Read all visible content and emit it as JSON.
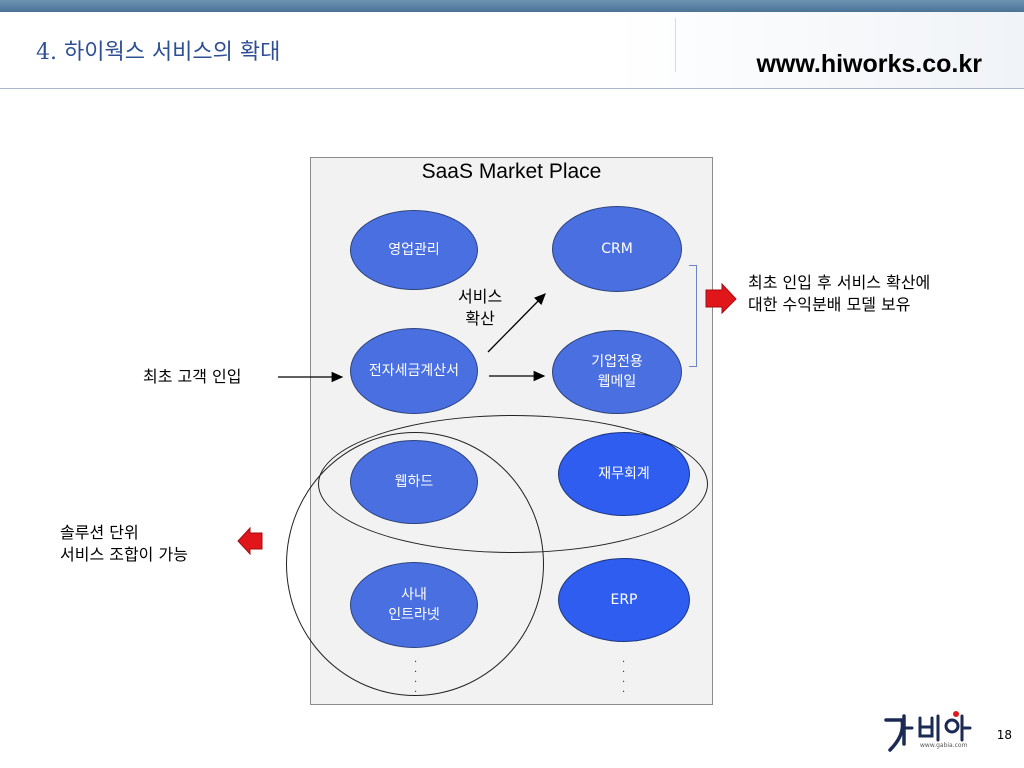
{
  "header": {
    "title": "4. 하이웍스 서비스의 확대",
    "url": "www.hiworks.co.kr"
  },
  "market": {
    "title": "SaaS Market Place",
    "nodes": {
      "sales": "영업관리",
      "crm": "CRM",
      "tax_invoice": "전자세금계산서",
      "webmail": "기업전용\n웹메일",
      "webhard": "웹하드",
      "accounting": "재무회계",
      "intranet": "사내\n인트라넷",
      "erp": "ERP"
    },
    "expand_label": "서비스\n확산"
  },
  "labels": {
    "first_customer": "최초 고객 인입",
    "revenue_model": "최초 인입 후 서비스 확산에\n대한 수익분배 모델 보유",
    "solution_combo": "솔루션 단위\n서비스 조합이 가능"
  },
  "footer": {
    "page": "18",
    "logo_url": "www.gabia.com"
  },
  "colors": {
    "title_blue": "#2e4f96",
    "node_fill": "#4a6fe0",
    "node_fill_bright": "#2e5df0",
    "arrow_red": "#e0161b"
  }
}
